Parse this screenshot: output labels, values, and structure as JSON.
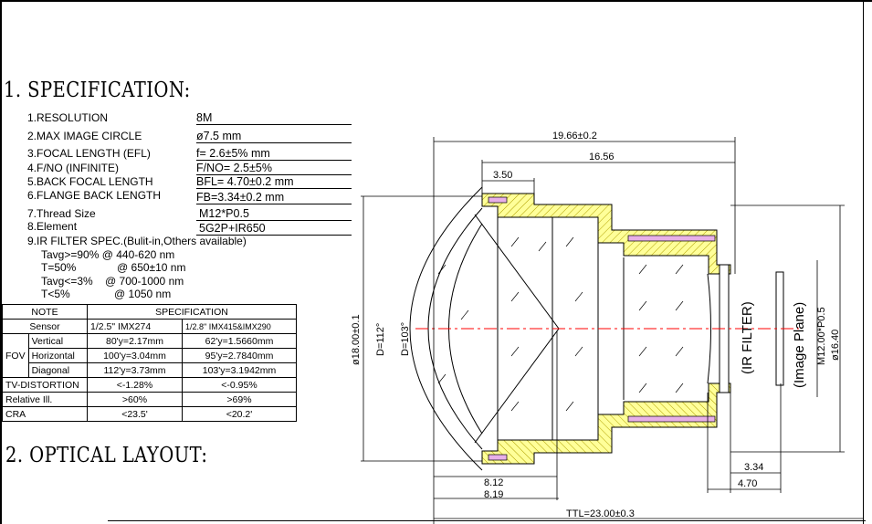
{
  "sections": {
    "spec_title": "1. SPECIFICATION:",
    "layout_title": "2. OPTICAL LAYOUT:"
  },
  "specs": [
    {
      "label": "1.RESOLUTION",
      "value": "8M"
    },
    {
      "label": "2.MAX IMAGE CIRCLE",
      "value": "ø7.5    mm"
    },
    {
      "label": "3.FOCAL LENGTH (EFL)",
      "value": "f= 2.6±5%    mm"
    },
    {
      "label": "4.F/NO (INFINITE)",
      "value": "F/NO= 2.5±5%"
    },
    {
      "label": "5.BACK FOCAL LENGTH",
      "value": "BFL= 4.70±0.2 mm"
    },
    {
      "label": "6.FLANGE BACK LENGTH",
      "value": "FB=3.34±0.2 mm"
    },
    {
      "label": "7.Thread Size",
      "value": "M12*P0.5"
    },
    {
      "label": "8.Element",
      "value": "5G2P+IR650"
    }
  ],
  "ir_filter": {
    "title": "9.IR FILTER SPEC.(Bulit-in,Others available)",
    "lines": [
      [
        "Tavg>=90%",
        "@ 440-620 nm"
      ],
      [
        "T=50%",
        "@ 650±10 nm"
      ],
      [
        "Tavg<=3%",
        "@ 700-1000 nm"
      ],
      [
        "T<5%",
        "@ 1050 nm"
      ]
    ]
  },
  "table": {
    "note": "NOTE",
    "specification": "SPECIFICATION",
    "sensor": "Sensor",
    "sensor_a": "1/2.5\"  IMX274",
    "sensor_b": "1/2.8\"  IMX415&IMX290",
    "fov": "FOV",
    "rows": [
      {
        "label": "Vertical",
        "a": "80'y=2.17mm",
        "b": "62'y=1.5660mm"
      },
      {
        "label": "Horizontal",
        "a": "100'y=3.04mm",
        "b": "95'y=2.7840mm"
      },
      {
        "label": "Diagonal",
        "a": "112'y=3.73mm",
        "b": "103'y=3.1942mm"
      }
    ],
    "extra": [
      {
        "label": "TV-DISTORTION",
        "a": "<-1.28%",
        "b": "<-0.95%"
      },
      {
        "label": "Relative Ill.",
        "a": ">60%",
        "b": ">69%"
      },
      {
        "label": "CRA",
        "a": "<23.5'",
        "b": "<20.2'"
      }
    ]
  },
  "drawing": {
    "overall": "19.66±0.2",
    "barrel": "16.56",
    "front": "3.50",
    "d112": "D=112°",
    "d103": "D=103°",
    "dia18": "ø18.00±0.1",
    "d812": "8.12",
    "d819": "8.19",
    "ttl": "TTL=23.00±0.3",
    "fb": "3.34",
    "bfl": "4.70",
    "ir": "(IR FILTER)",
    "plane": "(Image Plane)",
    "thread": "M12.00*P0.5",
    "dia164": "ø16.40",
    "colors": {
      "barrel": "#ffff99",
      "axis": "#ff0000",
      "ring": "#cc66cc"
    }
  }
}
